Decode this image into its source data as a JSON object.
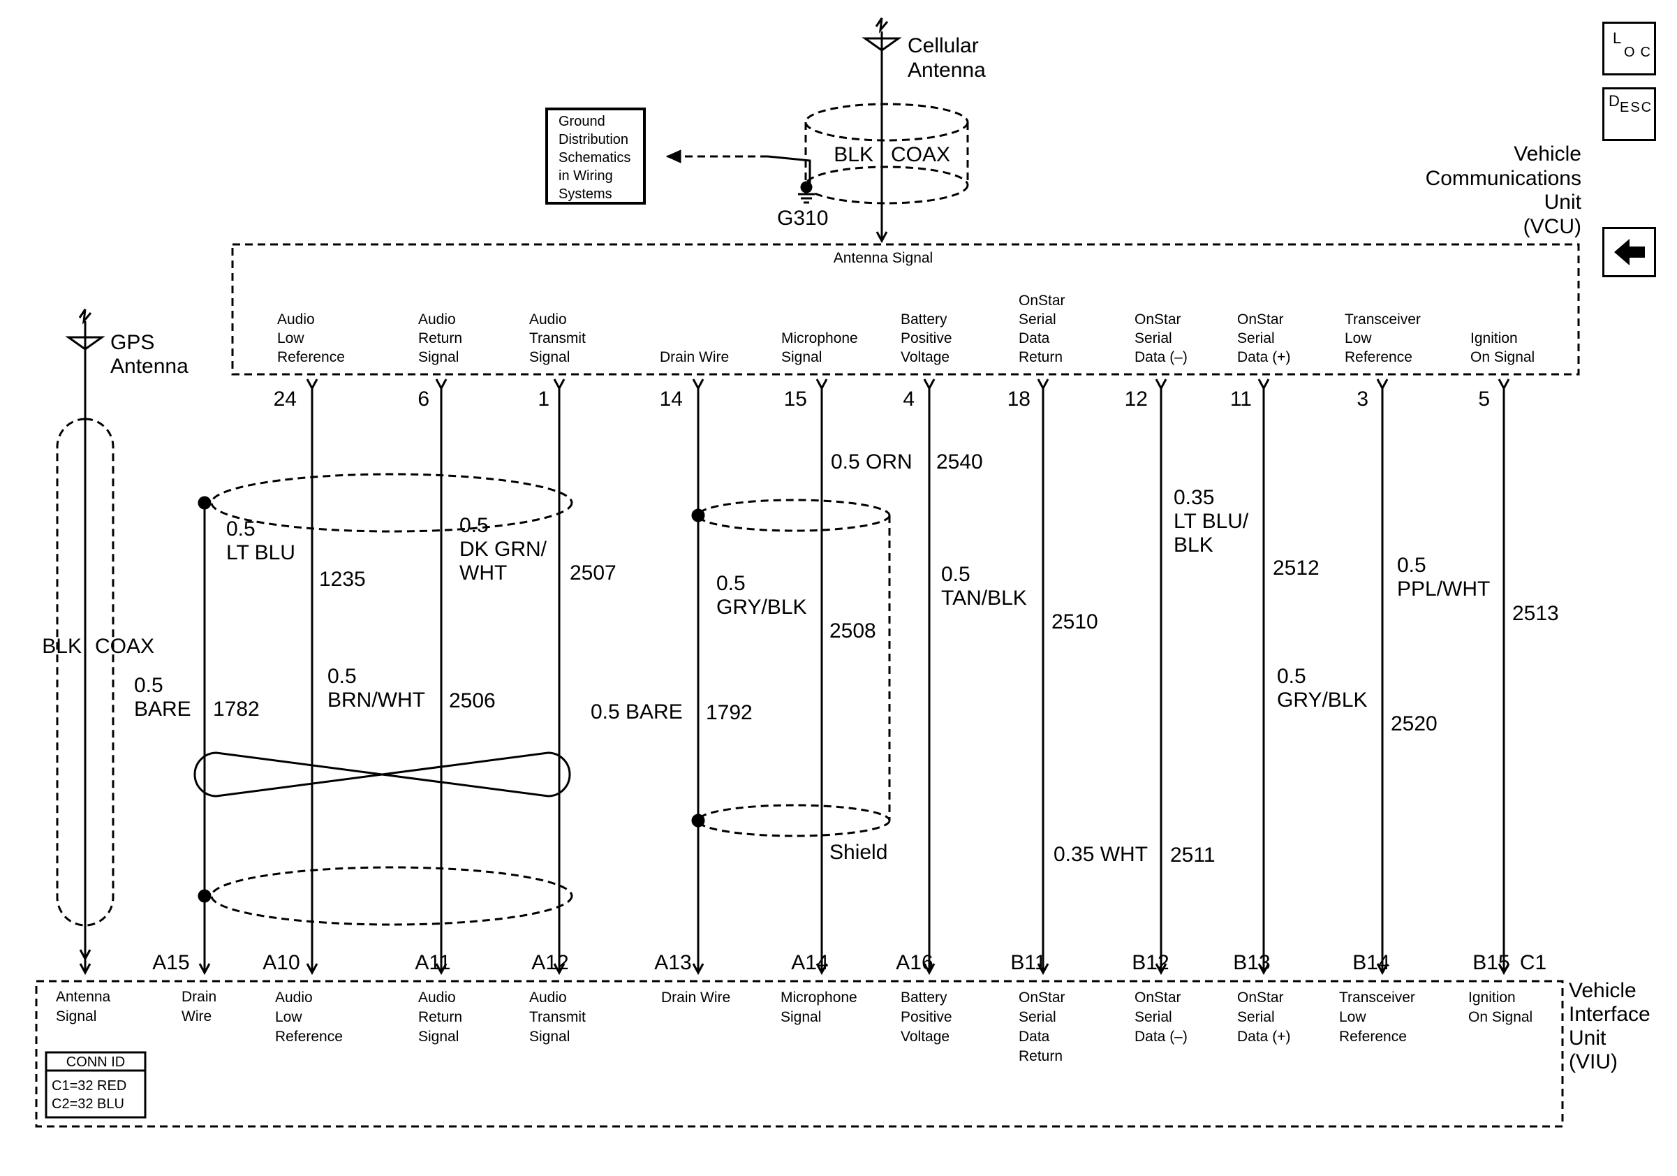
{
  "vcu": {
    "name_lines": [
      "Vehicle",
      "Communications",
      "Unit",
      "(VCU)"
    ],
    "antenna_signal_label": "Antenna Signal"
  },
  "viu": {
    "name_lines": [
      "Vehicle",
      "Interface",
      "Unit",
      "(VIU)"
    ],
    "antenna_signal_lines": [
      "Antenna",
      "Signal"
    ],
    "drain_wire_lines": [
      "Drain",
      "Wire"
    ]
  },
  "cellular_antenna": {
    "lines": [
      "Cellular",
      "Antenna"
    ],
    "cable": [
      "BLK",
      "COAX"
    ]
  },
  "gps_antenna": {
    "lines": [
      "GPS",
      "Antenna"
    ],
    "cable": [
      "BLK",
      "COAX"
    ]
  },
  "ground": {
    "id": "G310",
    "reference_lines": [
      "Ground",
      "Distribution",
      "Schematics",
      "in Wiring",
      "Systems"
    ]
  },
  "circuits": [
    {
      "vcu_pin": "24",
      "viu_pin": "A10",
      "vcu_lines": [
        "Audio",
        "Low",
        "Reference"
      ],
      "viu_lines": [
        "Audio",
        "Low",
        "Reference"
      ],
      "wire_lines": [
        "0.5",
        "LT BLU"
      ],
      "circuit_no": "1235"
    },
    {
      "vcu_pin": "6",
      "viu_pin": "A11",
      "vcu_lines": [
        "Audio",
        "Return",
        "Signal"
      ],
      "viu_lines": [
        "Audio",
        "Return",
        "Signal"
      ],
      "wire_lines": [
        "0.5",
        "BRN/WHT"
      ],
      "circuit_no": "2506"
    },
    {
      "vcu_pin": "1",
      "viu_pin": "A12",
      "vcu_lines": [
        "Audio",
        "Transmit",
        "Signal"
      ],
      "viu_lines": [
        "Audio",
        "Transmit",
        "Signal"
      ],
      "wire_lines": [
        "0.5",
        "DK GRN/",
        "WHT"
      ],
      "circuit_no": "2507"
    },
    {
      "vcu_pin": "14",
      "viu_pin": "A13",
      "vcu_lines": [
        "Drain Wire"
      ],
      "viu_lines": [
        "Drain Wire"
      ],
      "wire_lines": [
        "0.5 BARE"
      ],
      "circuit_no": "1792"
    },
    {
      "vcu_pin": "15",
      "viu_pin": "A14",
      "vcu_lines": [
        "Microphone",
        "Signal"
      ],
      "viu_lines": [
        "Microphone",
        "Signal"
      ],
      "wire_lines": [
        "0.5",
        "GRY/BLK"
      ],
      "circuit_no": "2508"
    },
    {
      "vcu_pin": "4",
      "viu_pin": "A16",
      "vcu_lines": [
        "Battery",
        "Positive",
        "Voltage"
      ],
      "viu_lines": [
        "Battery",
        "Positive",
        "Voltage"
      ],
      "wire_lines": [
        "0.5 ORN"
      ],
      "circuit_no": "2540"
    },
    {
      "vcu_pin": "18",
      "viu_pin": "B11",
      "vcu_lines": [
        "OnStar",
        "Serial",
        "Data",
        "Return"
      ],
      "viu_lines": [
        "OnStar",
        "Serial",
        "Data",
        "Return"
      ],
      "wire_lines": [
        "0.5",
        "TAN/BLK"
      ],
      "circuit_no": "2510"
    },
    {
      "vcu_pin": "12",
      "viu_pin": "B12",
      "vcu_lines": [
        "OnStar",
        "Serial",
        "Data (–)"
      ],
      "viu_lines": [
        "OnStar",
        "Serial",
        "Data (–)"
      ],
      "wire_lines": [
        "0.35 WHT"
      ],
      "circuit_no": "2511"
    },
    {
      "vcu_pin": "11",
      "viu_pin": "B13",
      "vcu_lines": [
        "OnStar",
        "Serial",
        "Data (+)"
      ],
      "viu_lines": [
        "OnStar",
        "Serial",
        "Data (+)"
      ],
      "wire_lines": [
        "0.35",
        "LT BLU/",
        "BLK"
      ],
      "circuit_no": "2512"
    },
    {
      "vcu_pin": "3",
      "viu_pin": "B14",
      "vcu_lines": [
        "Transceiver",
        "Low",
        "Reference"
      ],
      "viu_lines": [
        "Transceiver",
        "Low",
        "Reference"
      ],
      "wire_lines": [
        "0.5",
        "GRY/BLK"
      ],
      "circuit_no": "2520"
    },
    {
      "vcu_pin": "5",
      "viu_pin": "B15",
      "vcu_lines": [
        "Ignition",
        "On Signal"
      ],
      "viu_lines": [
        "Ignition",
        "On Signal"
      ],
      "wire_lines": [
        "0.5",
        "PPL/WHT"
      ],
      "circuit_no": "2513"
    }
  ],
  "viu_extra_pins": [
    "A15",
    "C1"
  ],
  "drain_wire_bare": {
    "wire_lines": [
      "0.5",
      "BARE"
    ],
    "circuit_no": "1782"
  },
  "shield_label": "Shield",
  "conn_id": {
    "title": "CONN ID",
    "rows": [
      "C1=32 RED",
      "C2=32 BLU"
    ]
  },
  "side_buttons": {
    "loc": {
      "big": "L",
      "small": "OC"
    },
    "desc": {
      "big": "D",
      "small": "ESC"
    }
  }
}
